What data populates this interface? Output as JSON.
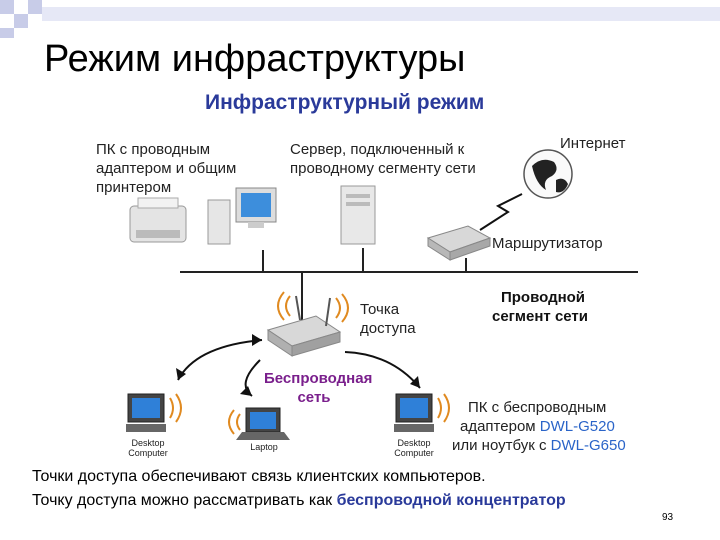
{
  "slide": {
    "title": "Режим инфраструктуры",
    "page_number": "93"
  },
  "diagram": {
    "title": "Инфраструктурный режим",
    "labels": {
      "wired_pc_line1": "ПК с проводным",
      "wired_pc_line2": "адаптером и общим",
      "wired_pc_line3": "принтером",
      "server_line1": "Сервер, подключенный к",
      "server_line2": "проводному сегменту сети",
      "internet": "Интернет",
      "router": "Маршрутизатор",
      "ap_line1": "Точка",
      "ap_line2": "доступа",
      "wired_seg_line1": "Проводной",
      "wired_seg_line2": "сегмент сети",
      "wireless_line1": "Беспроводная",
      "wireless_line2": "сеть",
      "wireless_pc_line1": "ПК с беспроводным",
      "wireless_pc_line2_a": "адаптером ",
      "wireless_pc_line2_b": "DWL-G520",
      "wireless_pc_line3_a": "или ноутбук с ",
      "wireless_pc_line3_b": "DWL-G650",
      "desktop_left_1": "Desktop",
      "desktop_left_2": "Computer",
      "laptop": "Laptop",
      "desktop_right_1": "Desktop",
      "desktop_right_2": "Computer"
    }
  },
  "caption": {
    "line1": "Точки доступа обеспечивают связь клиентских компьютеров.",
    "line2_a": "Точку доступа можно рассматривать как ",
    "line2_b": "беспроводной концентратор"
  },
  "colors": {
    "title_blue": "#2a3a9a",
    "wireless_purple": "#7a1f8c",
    "model_blue": "#2a64c8",
    "wave_orange": "#e08a20"
  }
}
